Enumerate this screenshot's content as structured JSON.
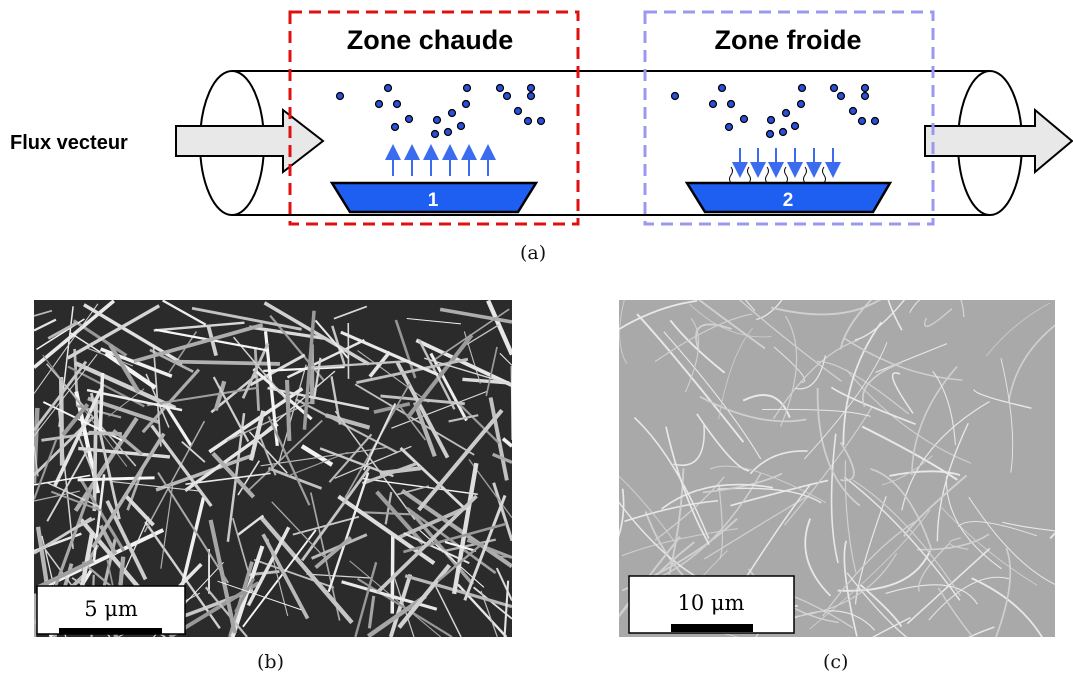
{
  "diagram": {
    "hot_zone_label": "Zone chaude",
    "cold_zone_label": "Zone froide",
    "carrier_flow_label": "Flux vecteur",
    "source_boat_number": "1",
    "substrate_boat_number": "2",
    "colors": {
      "hot_zone_border": "#e01010",
      "cold_zone_border": "#9999ee",
      "boat_fill": "#1e5ef0",
      "arrow_blue": "#3b6cf0",
      "particle_fill": "#2a4fd8",
      "flow_arrow_fill": "#e8e8e8"
    }
  },
  "captions": {
    "a": "(a)",
    "b": "(b)",
    "c": "(c)"
  },
  "micrographs": {
    "b": {
      "scale_bar": "5 μm"
    },
    "c": {
      "scale_bar": "10 μm"
    }
  }
}
